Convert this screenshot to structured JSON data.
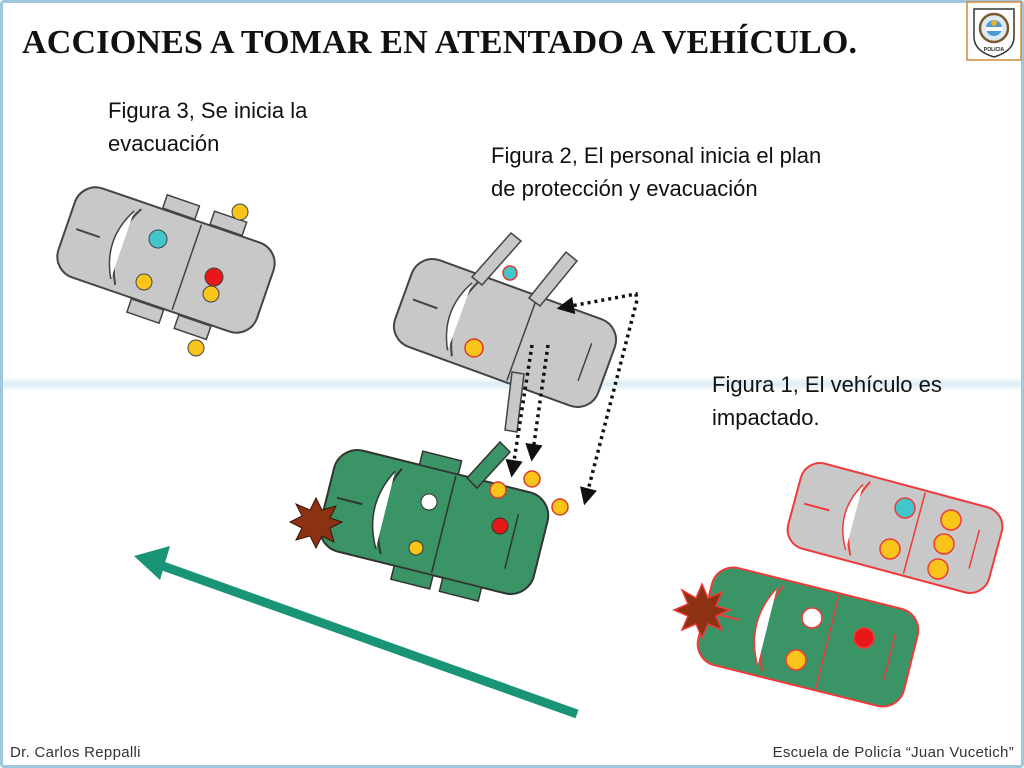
{
  "slide": {
    "title": "ACCIONES A TOMAR EN ATENTADO A VEHÍCULO.",
    "logo": {
      "icon": "police-shield-emblem",
      "text": "POLICIA"
    }
  },
  "figures": {
    "figure3": {
      "line1": "Figura 3, Se inicia la",
      "line2": "evacuación"
    },
    "figure2": {
      "line1": "Figura 2, El personal inicia el plan",
      "line2": "de protección y evacuación"
    },
    "figure1": {
      "line1": "Figura 1, El vehículo es",
      "line2": "impactado."
    }
  },
  "footer": {
    "left": "Dr. Carlos Reppalli",
    "right": "Escuela de Policía “Juan Vucetich”"
  },
  "colors": {
    "protected_car": "#3a9466",
    "escort_car": "#c8c8c8",
    "occupant": "#f9c51a",
    "principal": "#e81818",
    "driver": "#43c6c9",
    "blank_seat": "#ffffff",
    "arrow": "#1a9476",
    "explosion": "#8c3212",
    "highlight_outline": "#ee3b3b"
  }
}
